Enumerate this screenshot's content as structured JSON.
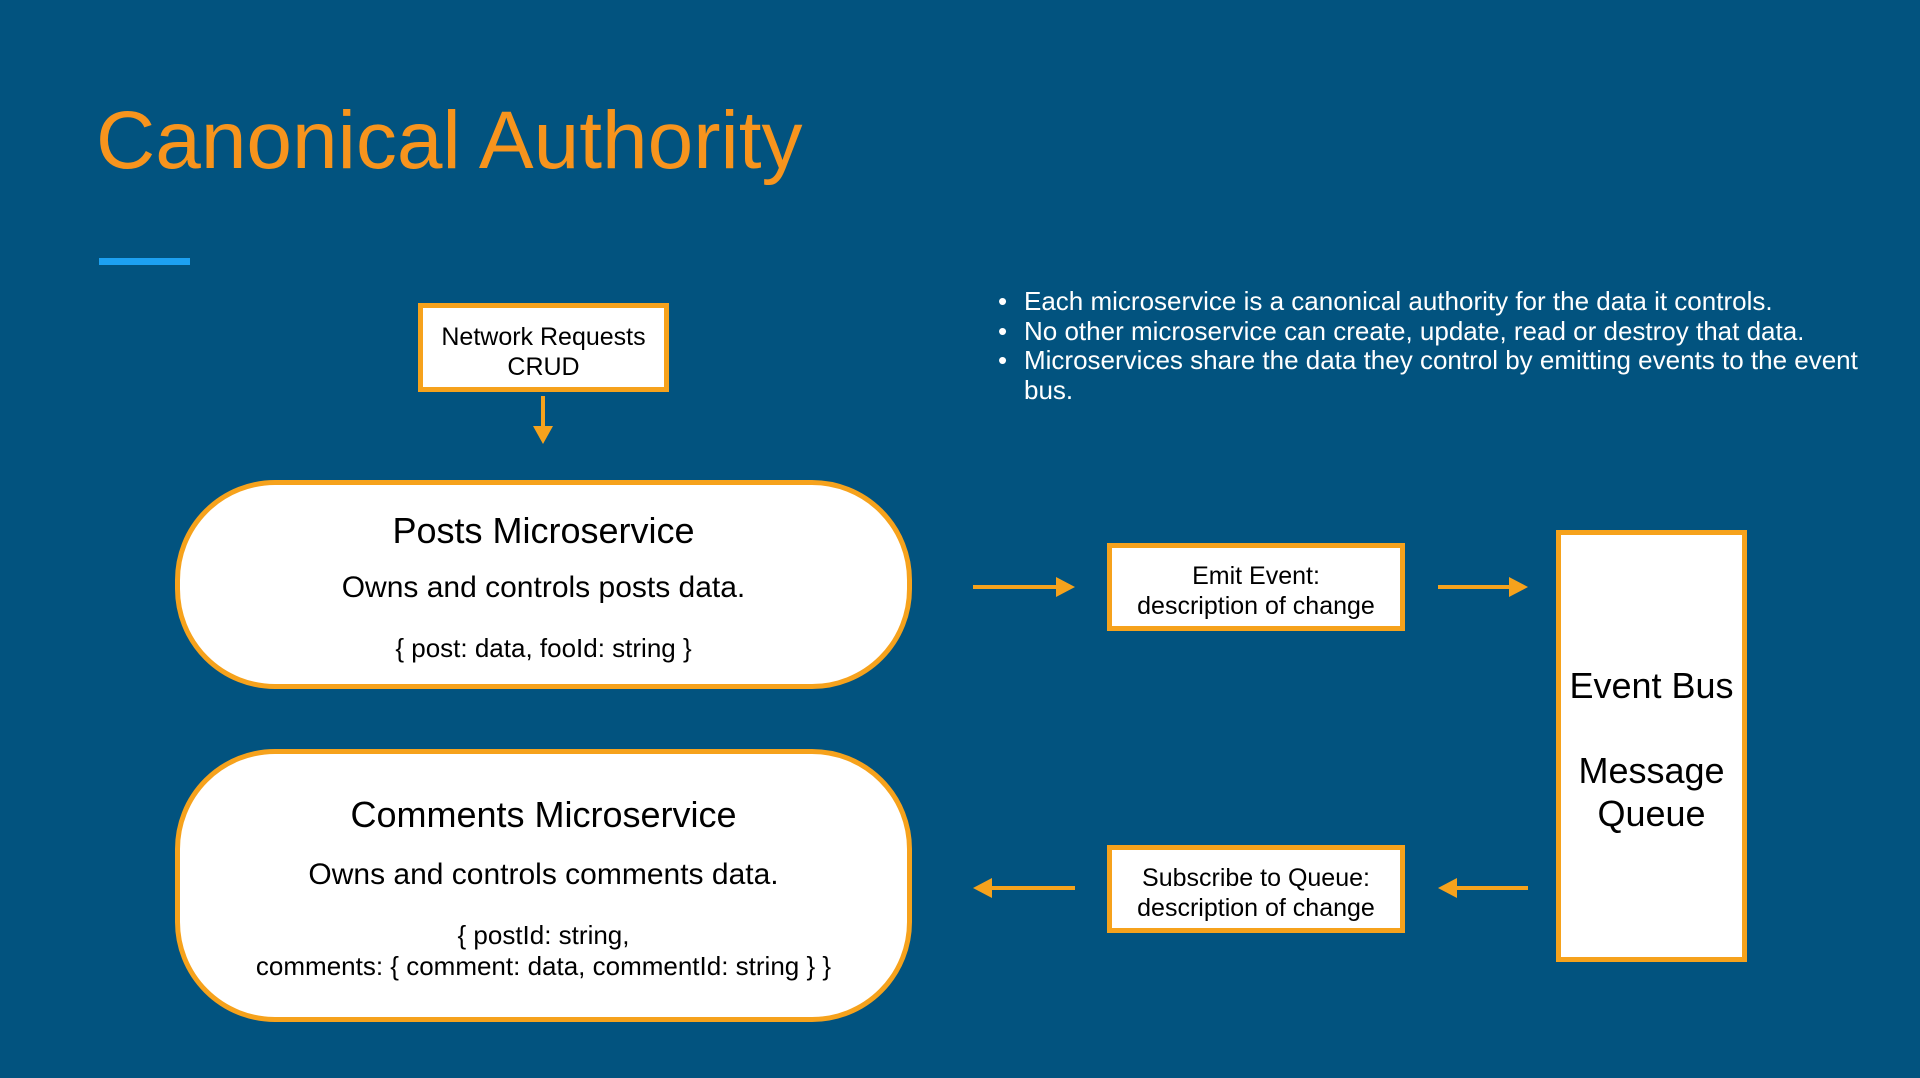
{
  "slide": {
    "title": "Canonical Authority",
    "accent_color": "#f7941d",
    "background_color": "#02537f",
    "bar_color": "#1da1f2"
  },
  "bullets": [
    "Each microservice is a canonical authority for the data it controls.",
    "No other microservice can create, update, read or destroy that data.",
    "Microservices share the data they control by emitting events to the event bus."
  ],
  "network_box": {
    "line1": "Network Requests",
    "line2": "CRUD"
  },
  "posts_service": {
    "title": "Posts Microservice",
    "description": "Owns and controls posts data.",
    "schema": "{ post: data, fooId: string }"
  },
  "comments_service": {
    "title": "Comments Microservice",
    "description": "Owns and controls comments data.",
    "schema_line1": "{ postId: string,",
    "schema_line2": "comments: { comment: data, commentId: string } }"
  },
  "emit_box": {
    "line1": "Emit Event:",
    "line2": "description of change"
  },
  "subscribe_box": {
    "line1": "Subscribe to Queue:",
    "line2": "description of change"
  },
  "event_bus": {
    "line1": "Event Bus",
    "line2a": "Message",
    "line2b": "Queue"
  }
}
